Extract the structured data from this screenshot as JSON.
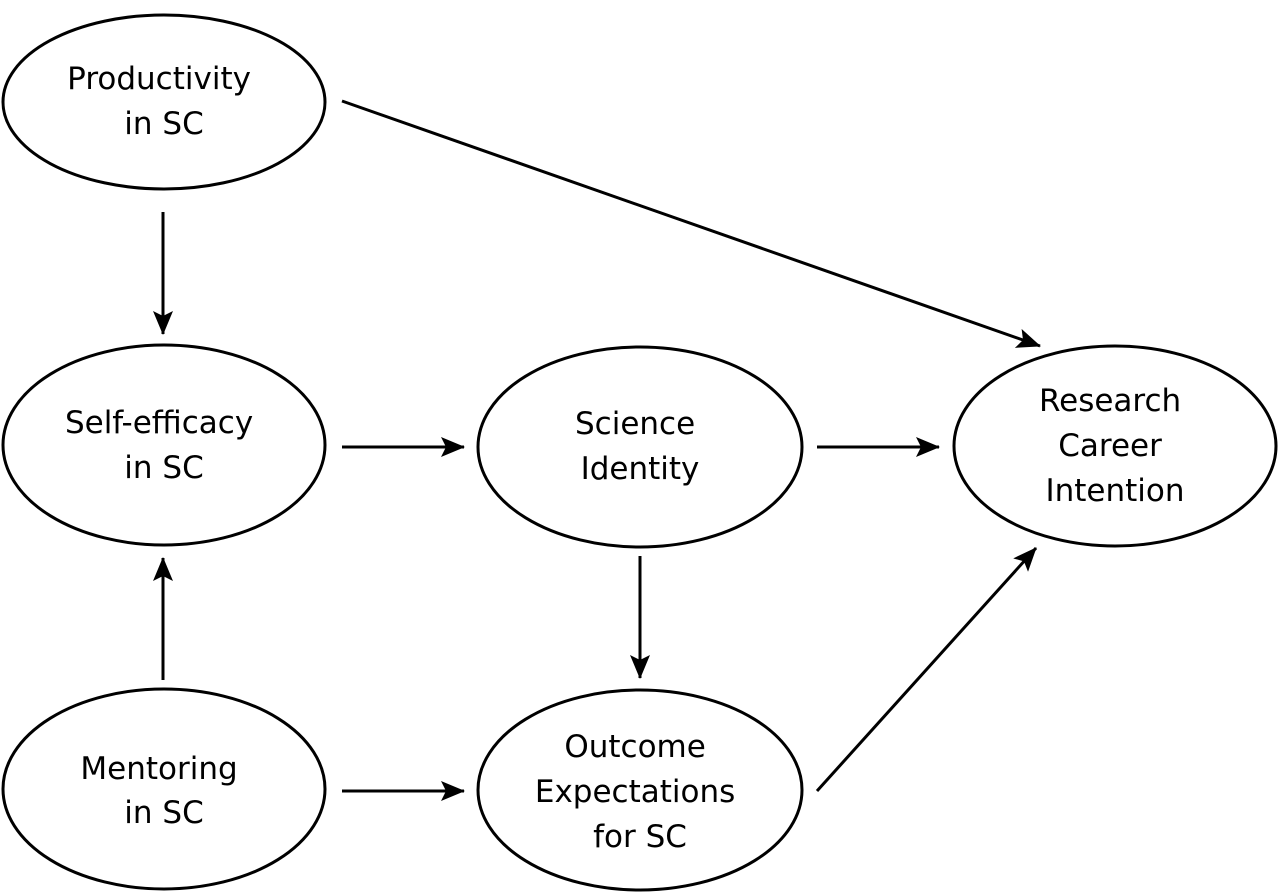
{
  "nodes": {
    "productivity": {
      "lines": [
        "Productivity",
        "in SC"
      ]
    },
    "self_efficacy": {
      "lines": [
        "Self-efficacy",
        "in SC"
      ]
    },
    "science_identity": {
      "lines": [
        "Science",
        "Identity"
      ]
    },
    "research_career": {
      "lines": [
        "Research",
        "Career",
        "Intention"
      ]
    },
    "mentoring": {
      "lines": [
        "Mentoring",
        "in SC"
      ]
    },
    "outcome_expectations": {
      "lines": [
        "Outcome",
        "Expectations",
        "for SC"
      ]
    }
  },
  "edges": [
    {
      "from": "productivity",
      "to": "self_efficacy"
    },
    {
      "from": "productivity",
      "to": "research_career"
    },
    {
      "from": "self_efficacy",
      "to": "science_identity"
    },
    {
      "from": "science_identity",
      "to": "research_career"
    },
    {
      "from": "science_identity",
      "to": "outcome_expectations"
    },
    {
      "from": "mentoring",
      "to": "self_efficacy"
    },
    {
      "from": "mentoring",
      "to": "outcome_expectations"
    },
    {
      "from": "outcome_expectations",
      "to": "research_career"
    }
  ]
}
